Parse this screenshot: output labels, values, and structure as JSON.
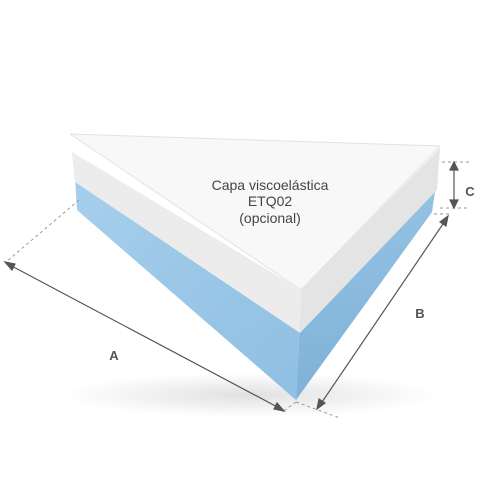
{
  "layer_label": {
    "line1": "Capa viscoelástica",
    "line2": "ETQ02",
    "line3": "(opcional)"
  },
  "dimensions": {
    "a": "A",
    "b": "B",
    "c": "C"
  },
  "colors": {
    "foam_top": "#f7f7f7",
    "foam_side": "#eeeeee",
    "base_front": "#9cc8e6",
    "base_right": "#87b7da",
    "dimension_line": "#555555"
  }
}
